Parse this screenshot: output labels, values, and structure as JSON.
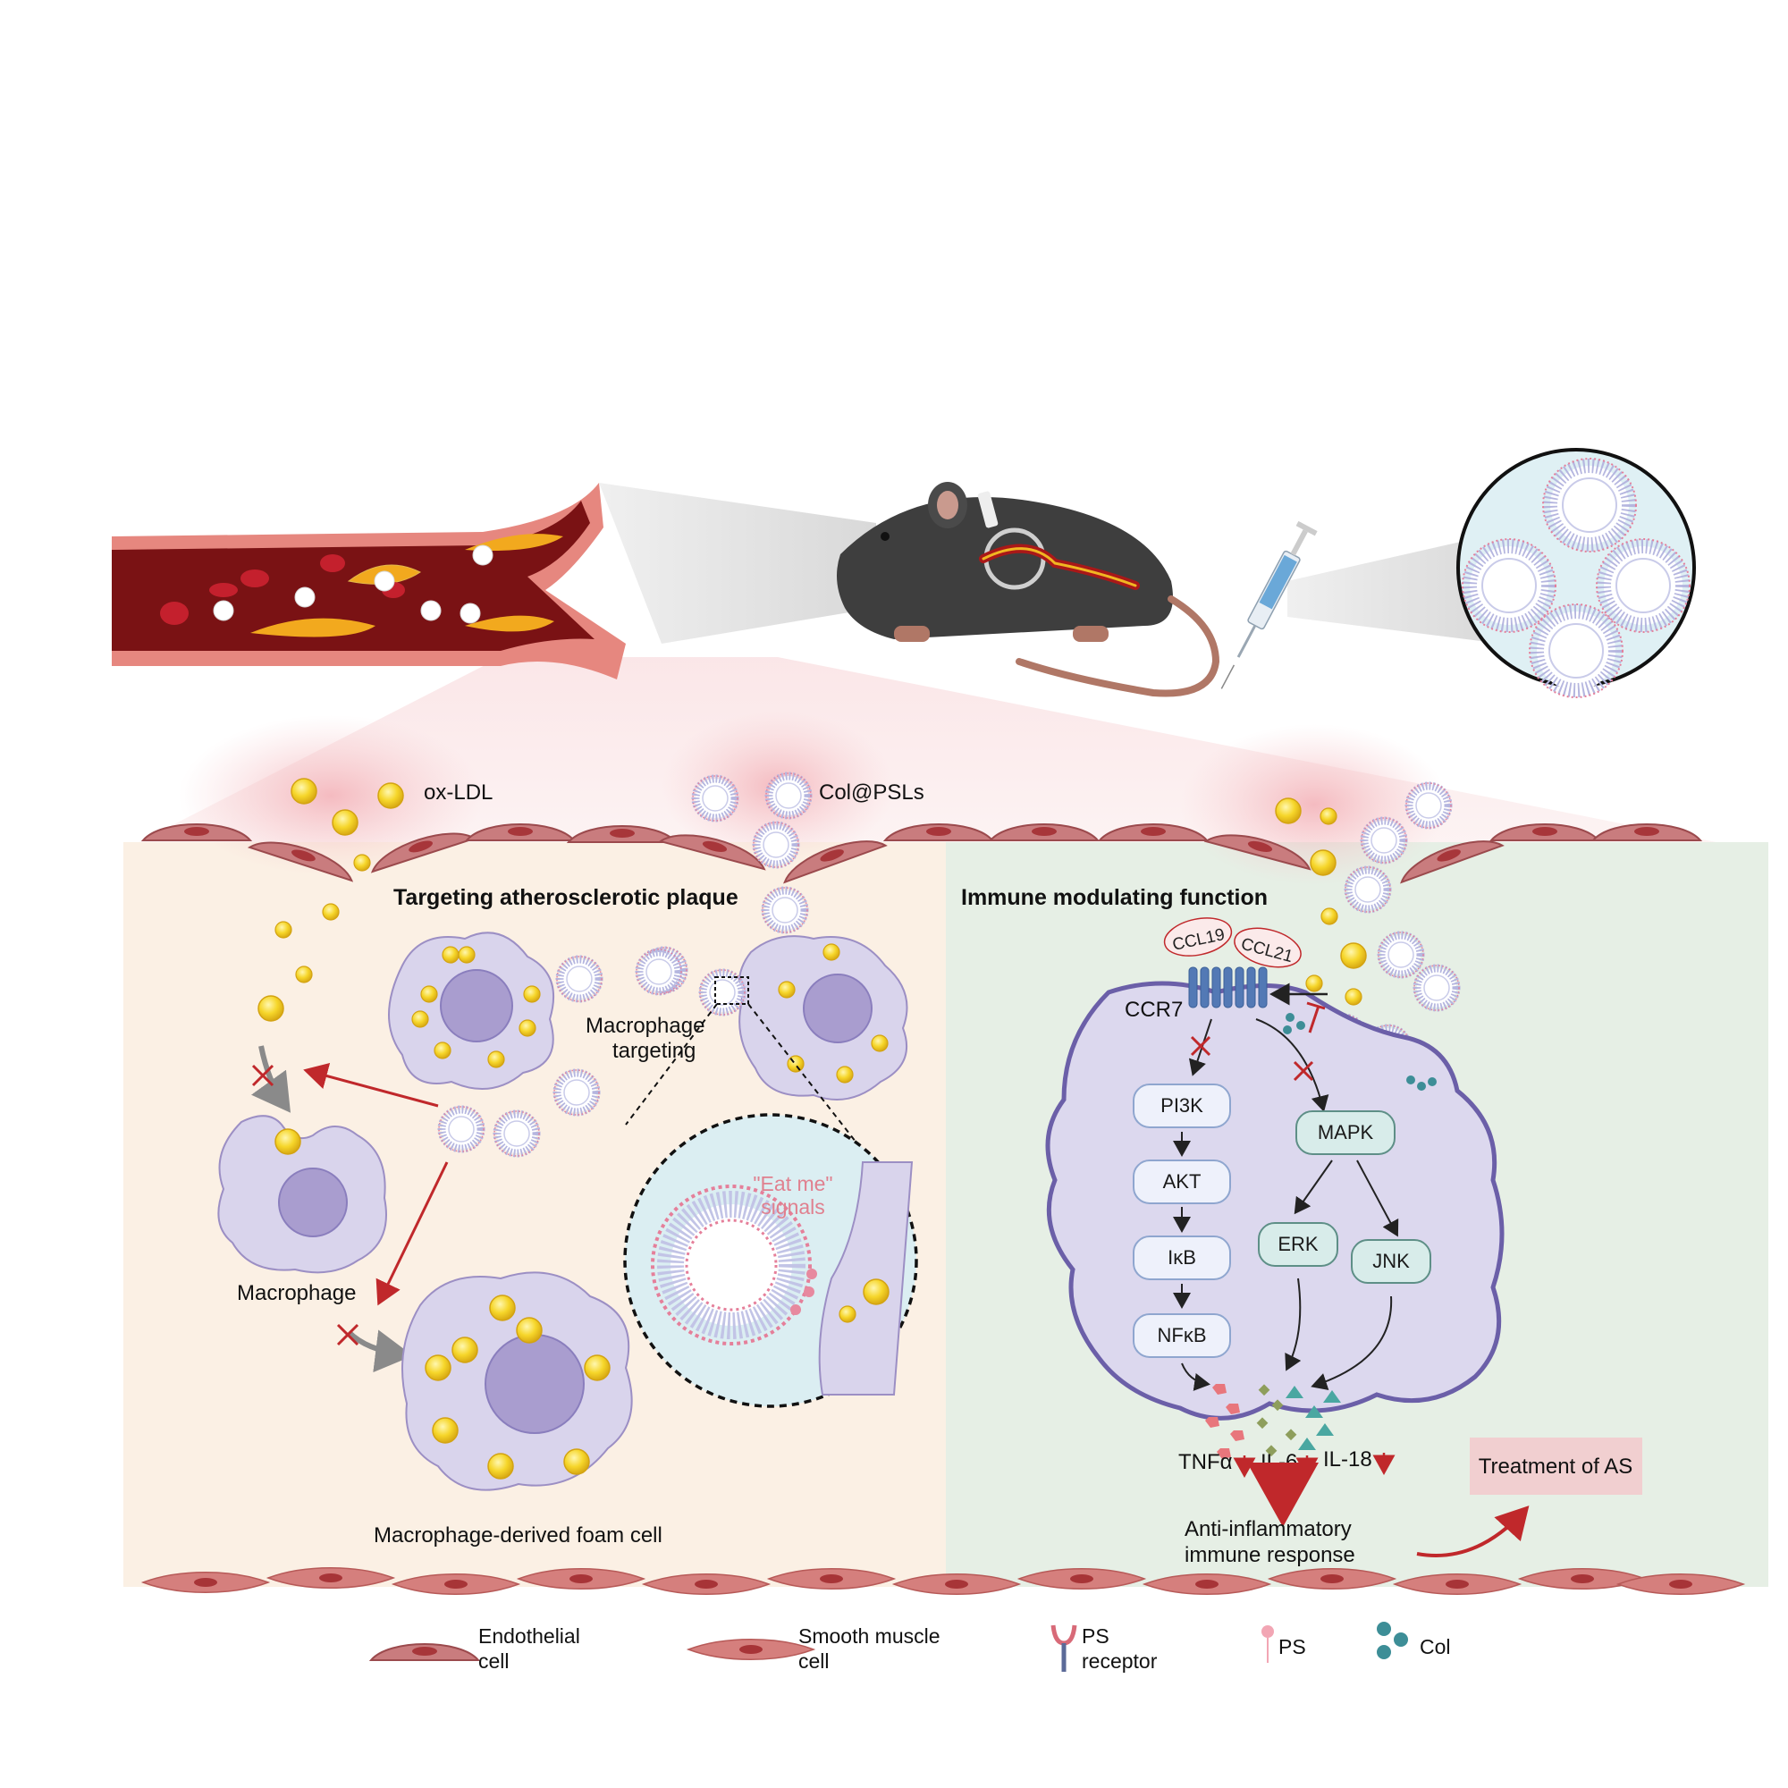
{
  "labels": {
    "ox_ldl": "ox-LDL",
    "col_psls": "Col@PSLs",
    "left_title": "Targeting atherosclerotic plaque",
    "right_title": "Immune modulating function",
    "macrophage_targeting_1": "Macrophage",
    "macrophage_targeting_2": "targeting",
    "macrophage": "Macrophage",
    "foam_cell": "Macrophage-derived foam cell",
    "eat_me_1": "\"Eat me\"",
    "eat_me_2": "signals",
    "ccl19": "CCL19",
    "ccl21": "CCL21",
    "ccr7": "CCR7",
    "tnfa": "TNFα",
    "il6": "IL-6",
    "il18": "IL-18",
    "anti_1": "Anti-inflammatory",
    "anti_2": "immune response",
    "treatment": "Treatment of AS"
  },
  "pathway": {
    "pi3k": "PI3K",
    "akt": "AKT",
    "ikb": "IκB",
    "nfkb": "NFκB",
    "mapk": "MAPK",
    "erk": "ERK",
    "jnk": "JNK"
  },
  "legend": {
    "endothelial_1": "Endothelial",
    "endothelial_2": "cell",
    "smooth_1": "Smooth muscle",
    "smooth_2": "cell",
    "ps_receptor_1": "PS",
    "ps_receptor_2": "receptor",
    "ps": "PS",
    "col": "Col"
  },
  "colors": {
    "left_panel": "#fbf0e4",
    "right_panel": "#e6efe5",
    "cell_fill": "#d9d4ec",
    "nucleus": "#a99dcf",
    "lipid": "#f4d21f",
    "vessel": "#7a1214",
    "red_arrow": "#c0282b",
    "node_border": "#8fa6cf",
    "mapk_fill": "#d8ecea",
    "treatment_box": "#f1cfd0"
  }
}
